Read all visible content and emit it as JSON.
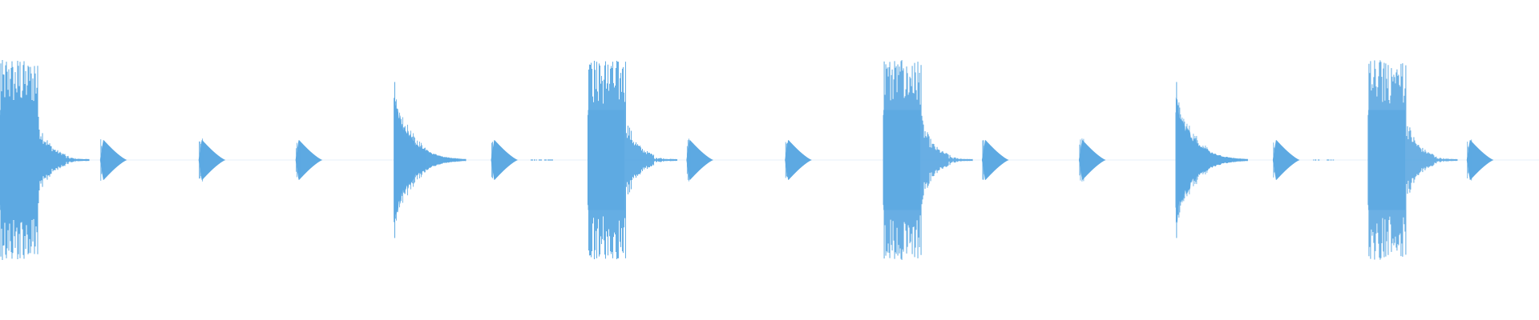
{
  "waveform": {
    "color": "#5DA9E2",
    "background": "#FFFFFF",
    "events": [
      {
        "type": "kick",
        "start": 0.0,
        "amplitude": 1.0
      },
      {
        "type": "tick",
        "start": 0.065,
        "amplitude": 0.17
      },
      {
        "type": "tick",
        "start": 0.129,
        "amplitude": 0.17
      },
      {
        "type": "tick",
        "start": 0.192,
        "amplitude": 0.17
      },
      {
        "type": "snare",
        "start": 0.256,
        "amplitude": 0.78
      },
      {
        "type": "tick",
        "start": 0.319,
        "amplitude": 0.17
      },
      {
        "type": "hiss",
        "start": 0.345,
        "amplitude": 0.01
      },
      {
        "type": "kick",
        "start": 0.382,
        "amplitude": 1.0
      },
      {
        "type": "tick",
        "start": 0.446,
        "amplitude": 0.17
      },
      {
        "type": "tick",
        "start": 0.51,
        "amplitude": 0.17
      },
      {
        "type": "kick",
        "start": 0.574,
        "amplitude": 1.0
      },
      {
        "type": "tick",
        "start": 0.638,
        "amplitude": 0.17
      },
      {
        "type": "tick",
        "start": 0.701,
        "amplitude": 0.17
      },
      {
        "type": "snare",
        "start": 0.764,
        "amplitude": 0.78
      },
      {
        "type": "tick",
        "start": 0.827,
        "amplitude": 0.17
      },
      {
        "type": "hiss",
        "start": 0.853,
        "amplitude": 0.01
      },
      {
        "type": "kick",
        "start": 0.889,
        "amplitude": 1.0
      },
      {
        "type": "tick",
        "start": 0.953,
        "amplitude": 0.17
      }
    ]
  }
}
